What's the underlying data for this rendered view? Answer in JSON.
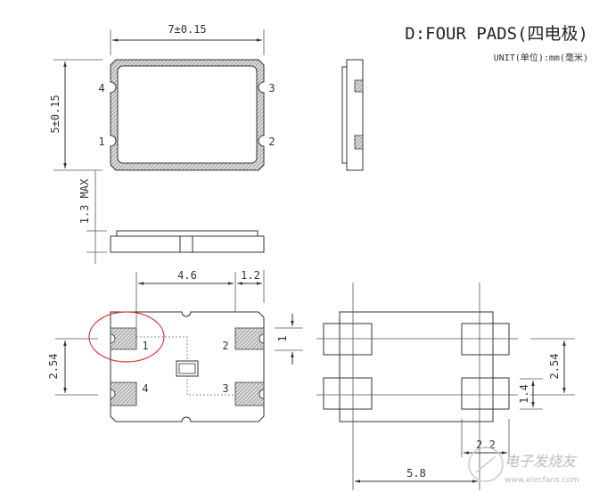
{
  "header": {
    "title": "D:FOUR PADS(四电极)",
    "unit": "UNIT(单位):mm(毫米)"
  },
  "top_view": {
    "width_dim": "7±0.15",
    "height_dim": "5±0.15",
    "pins": [
      "1",
      "2",
      "3",
      "4"
    ]
  },
  "side_view": {
    "height_dim": "1.3 MAX"
  },
  "bottom_view": {
    "pad_pitch_x": "4.6",
    "pad_width": "1.2",
    "pad_pitch_y": "2.54",
    "pins": [
      "1",
      "2",
      "3",
      "4"
    ],
    "highlight_color": "#d9343a"
  },
  "land_pattern": {
    "pad_height": "1",
    "pitch_y": "2.54",
    "pad_gap": "1.4",
    "pad_width": "2.2",
    "pitch_x": "5.8"
  },
  "watermark": {
    "brand": "电子发烧友",
    "url": "www.elecfans.com"
  }
}
